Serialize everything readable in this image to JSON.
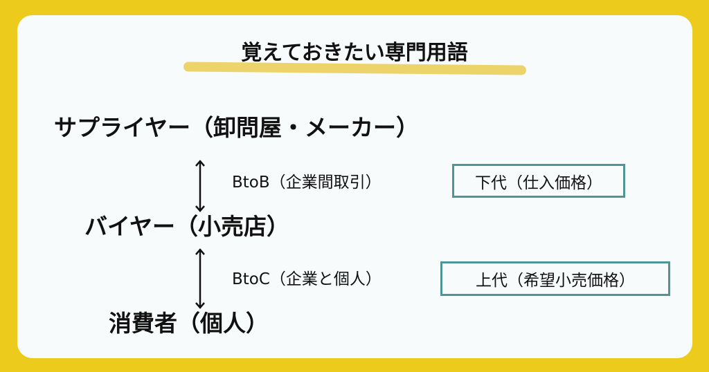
{
  "title": "覚えておきたい専門用語",
  "levels": {
    "supplier": "サプライヤー（卸問屋・メーカー）",
    "buyer": "バイヤー（小売店）",
    "consumer": "消費者（個人）"
  },
  "relations": [
    {
      "label": "BtoB（企業間取引）",
      "price": "下代（仕入価格）"
    },
    {
      "label": "BtoC（企業と個人）",
      "price": "上代（希望小売価格）"
    }
  ],
  "colors": {
    "background": "#ECCB1C",
    "card": "#F8FBFC",
    "highlight": "#EDD46A",
    "box_border": "#4E9595"
  }
}
